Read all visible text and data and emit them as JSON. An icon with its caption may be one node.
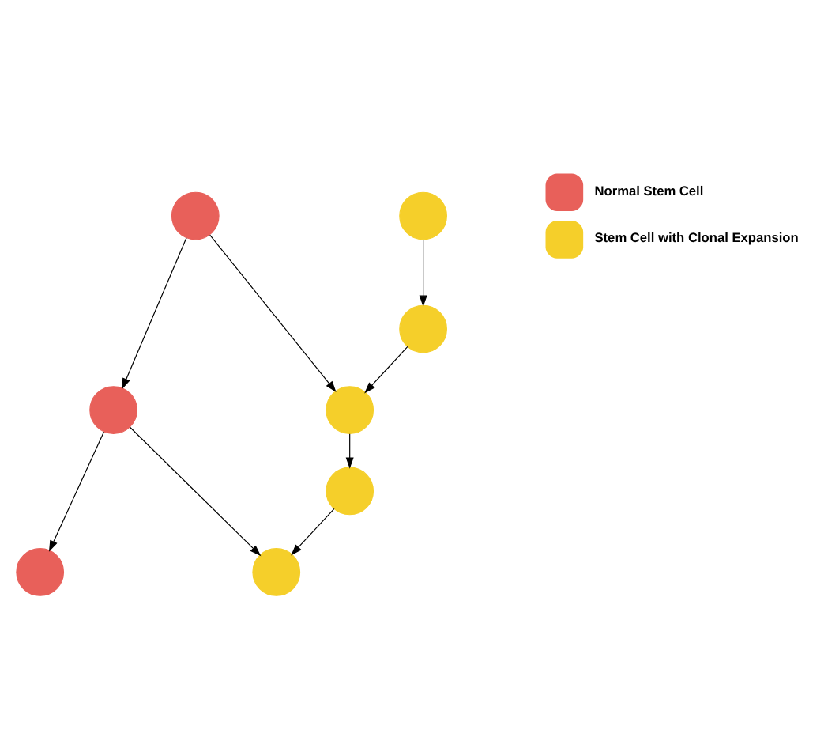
{
  "diagram": {
    "nodes": [
      {
        "text": [],
        "shape": "circle"
      },
      {
        "text": [],
        "shape": "circle"
      },
      {
        "text": [],
        "shape": "circle"
      },
      {
        "text": [],
        "shape": "circle"
      },
      {
        "text": [],
        "shape": "circle"
      },
      {
        "text": [],
        "shape": "circle"
      },
      {
        "text": [],
        "shape": "circle"
      },
      {
        "text": [],
        "shape": "circle"
      }
    ],
    "edges": [
      {
        "from": 0,
        "to": 3,
        "arrow": "to"
      },
      {
        "from": 0,
        "to": 4,
        "arrow": "to"
      },
      {
        "from": 1,
        "to": 2,
        "arrow": "to"
      },
      {
        "from": 2,
        "to": 4,
        "arrow": "to"
      },
      {
        "from": 3,
        "to": 6,
        "arrow": "to"
      },
      {
        "from": 3,
        "to": 7,
        "arrow": "to"
      },
      {
        "from": 4,
        "to": 5,
        "arrow": "to"
      },
      {
        "from": 5,
        "to": 7,
        "arrow": "to"
      }
    ],
    "legend": [
      {
        "text": "Normal Stem Cell",
        "color": "#e8605a"
      },
      {
        "text": "Stem Cell with Clonal Expansion",
        "color": "#f5cf2a"
      }
    ]
  }
}
